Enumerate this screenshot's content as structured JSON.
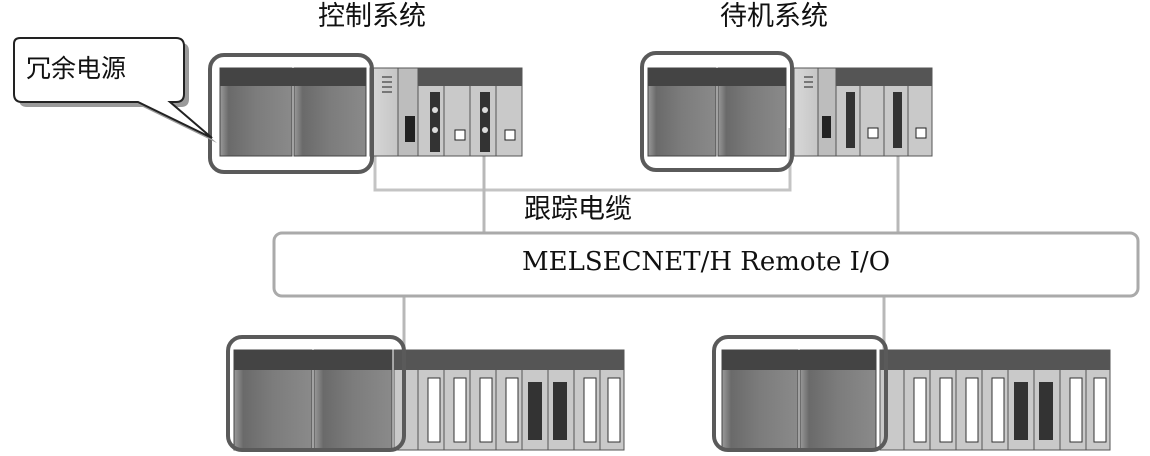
{
  "labels": {
    "control_system": "控制系统",
    "standby_system": "待机系统",
    "redundant_power": "冗余电源",
    "tracking_cable": "跟踪电缆",
    "network": "MELSECNET/H Remote I/O"
  },
  "colors": {
    "highlight_outline": "#5a5a5a",
    "module_dark": "#555555",
    "power_fill": "#7a7a7a",
    "cpu_fill": "#c8c8c8",
    "cable": "#bcbcbc",
    "network_bus_border": "#aaaaaa"
  }
}
